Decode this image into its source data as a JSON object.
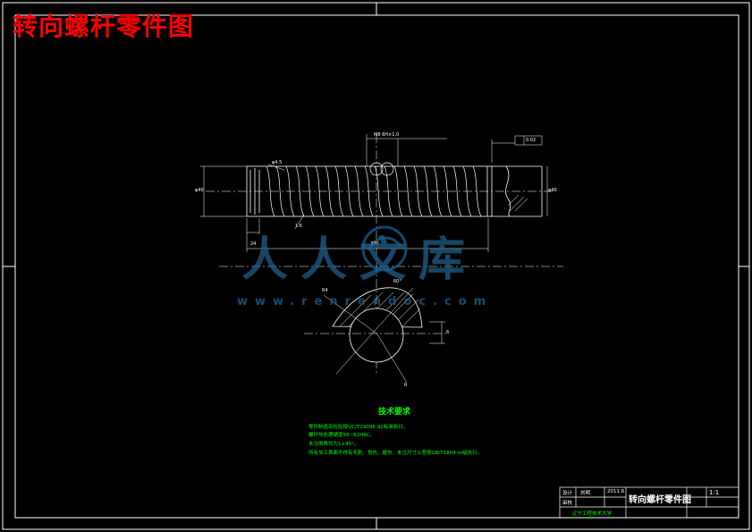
{
  "title": "转向螺杆零件图",
  "drawing": {
    "dim_labels": {
      "tolerance_top": "M8 6H×1.0 ",
      "flatness": "0.02",
      "left_diameter": "φ40",
      "right_diameter": "φ40",
      "groove": "φ4.5",
      "pitch_label": "1.6",
      "width_small": "24",
      "length_total": "320",
      "angle": "60°",
      "r_label": "R4",
      "section_r": "R",
      "section_dim": "6"
    }
  },
  "watermark": {
    "cn": "人人文库",
    "url": "www.renrendoc.com"
  },
  "technical_requirements": {
    "title": "技术要求",
    "items": [
      "零件制造及检验按QC/T29096-92标准执行。",
      "螺杆热处理硬度58~62HRC。",
      "未注倒角均为1×45°。",
      "所有加工表面不得有毛刺、划伤、碰伤，未注尺寸公差按GB/T1804-m级执行。"
    ]
  },
  "title_block": {
    "designer_label": "设计",
    "checker_label": "审核",
    "designer_name": "刘明",
    "date": "2011.6",
    "part_name": "转向螺杆零件图",
    "scale": "1:1",
    "school": "辽宁工程技术大学"
  }
}
